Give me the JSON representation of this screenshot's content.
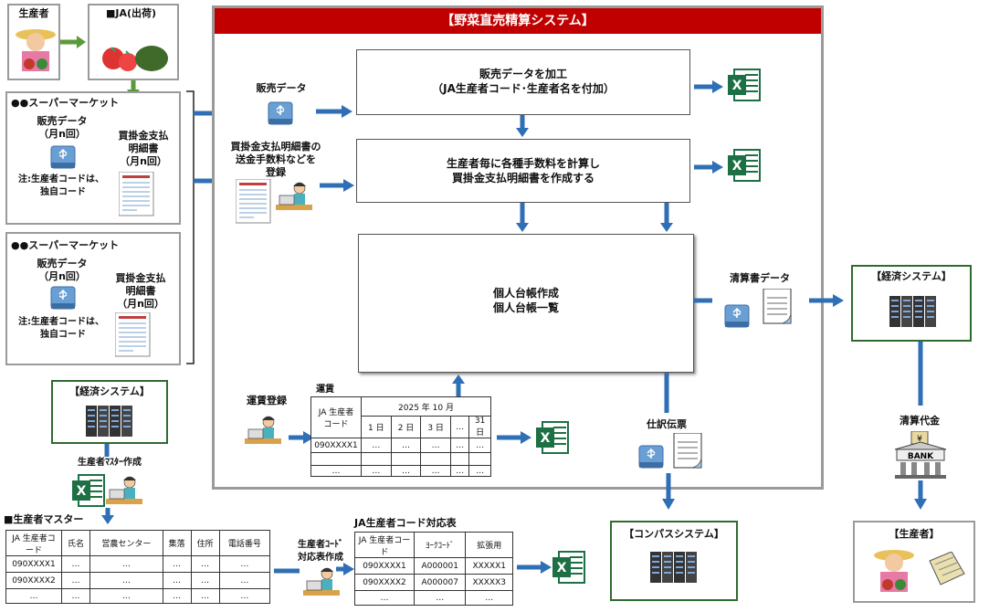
{
  "producer_top": {
    "label": "生産者"
  },
  "ja_shipping": {
    "label": "■JA(出荷)"
  },
  "system": {
    "title": "【野菜直売精算システム】"
  },
  "supermarket1": {
    "title": "●●スーパーマーケット",
    "sales": "販売データ",
    "sales_freq": "（月n回）",
    "payment": "買掛金支払",
    "payment2": "明細書",
    "payment_freq": "（月n回）",
    "note": "注:生産者コードは、",
    "note2": "独自コード"
  },
  "supermarket2": {
    "title": "●●スーパーマーケット",
    "sales": "販売データ",
    "sales_freq": "（月n回）",
    "payment": "買掛金支払",
    "payment2": "明細書",
    "payment_freq": "（月n回）",
    "note": "注:生産者コードは、",
    "note2": "独自コード"
  },
  "sales_data_label": "販売データ",
  "payment_reg": {
    "line1": "買掛金支払明細書の",
    "line2": "送金手数料などを",
    "line3": "登録"
  },
  "process1": {
    "line1": "販売データを加工",
    "line2": "（JA生産者コード･生産者名を付加）"
  },
  "process2": {
    "line1": "生産者毎に各種手数料を計算し",
    "line2": "買掛金支払明細書を作成する"
  },
  "process3": {
    "line1": "個人台帳作成",
    "line2": "個人台帳一覧"
  },
  "freight": {
    "reg_label": "運賃登録",
    "table_title": "運賃",
    "col_code": "JA 生産者",
    "col_code2": "コード",
    "month": "2025 年 10 月",
    "days": [
      "1 日",
      "2 日",
      "3 日",
      "…",
      "31"
    ],
    "day_last2": "日",
    "row1_code": "090XXXX1",
    "dots": "…"
  },
  "settlement_data": "清算書データ",
  "journal": "仕訳伝票",
  "economy_right": "【経済システム】",
  "economy_left": "【経済システム】",
  "settlement_pay": "清算代金",
  "bank": "BANK",
  "producer_bottom": "【生産者】",
  "compass": "【コンパスシステム】",
  "master_create": "生産者ﾏｽﾀｰ作成",
  "master": {
    "title": "■生産者マスター",
    "headers": [
      "JA 生産者コード",
      "氏名",
      "営農センター",
      "集落",
      "住所",
      "電話番号"
    ],
    "rows": [
      [
        "090XXXX1",
        "…",
        "…",
        "…",
        "…",
        "…"
      ],
      [
        "090XXXX2",
        "…",
        "…",
        "…",
        "…",
        "…"
      ],
      [
        "…",
        "…",
        "…",
        "…",
        "…",
        "…"
      ]
    ]
  },
  "code_table_create": {
    "line1": "生産者ｺｰﾄﾞ",
    "line2": "対応表作成"
  },
  "code_table": {
    "title": "JA生産者コード対応表",
    "headers": [
      "JA 生産者コード",
      "ﾖｰｸｺｰﾄﾞ",
      "拡張用"
    ],
    "rows": [
      [
        "090XXXX1",
        "A000001",
        "XXXXX1"
      ],
      [
        "090XXXX2",
        "A000007",
        "XXXXX3"
      ],
      [
        "…",
        "…",
        "…"
      ]
    ]
  },
  "colors": {
    "red": "#c00000",
    "arrow": "#2e6fb5",
    "green": "#2f6b2f",
    "excel": "#1d7044"
  }
}
